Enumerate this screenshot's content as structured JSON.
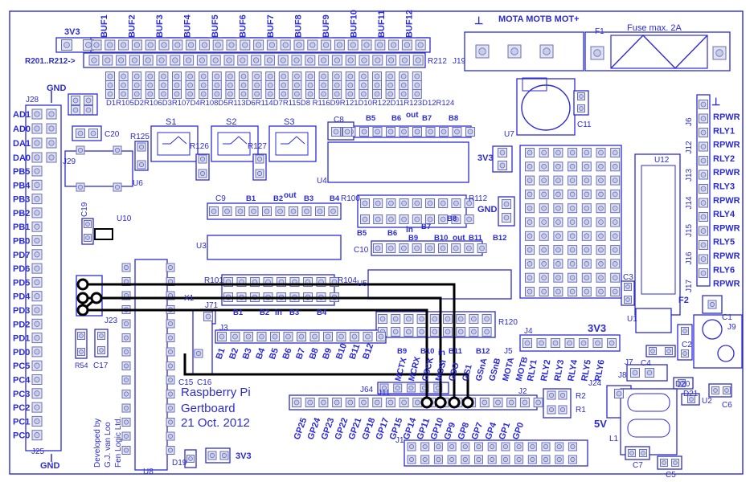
{
  "board": {
    "title_line1": "Raspberry Pi",
    "title_line2": "Gertboard",
    "title_line3": "21 Oct. 2012",
    "credit_line1": "Developed by",
    "credit_line2": "G.J. van Loo",
    "credit_line3": "Fen Logic Ltd."
  },
  "header_top": {
    "voltage": "3V3",
    "buffer_labels": [
      "BUF1",
      "BUF2",
      "BUF3",
      "BUF4",
      "BUF5",
      "BUF6",
      "BUF7",
      "BUF8",
      "BUF9",
      "BUF10",
      "BUF11",
      "BUF12"
    ],
    "resistor_range": "R201..R212->",
    "resistor_end": "R212",
    "connector": "J19"
  },
  "motor": {
    "ground_symbol": "⊥",
    "labels": "MOTA MOTB MOT+",
    "fuse_ref": "F1",
    "fuse_label": "Fuse max. 2A"
  },
  "led_row": {
    "labels": "D1R105D2R106D3R107D4R108D5R113D6R114D7R115D8 R116D9R121D10R122D11R123D12R124"
  },
  "left_header": {
    "ref_top": "J28",
    "ref_bottom": "J25",
    "gnd_top": "GND",
    "gnd_bottom": "GND",
    "pins": [
      "AD1",
      "AD0",
      "DA1",
      "DA0",
      "PB5",
      "PB4",
      "PB3",
      "PB2",
      "PB1",
      "PB0",
      "PD7",
      "PD6",
      "PD5",
      "PD4",
      "PD3",
      "PD2",
      "PD1",
      "PD0",
      "PC5",
      "PC4",
      "PC3",
      "PC2",
      "PC1",
      "PC0"
    ]
  },
  "components": {
    "c20": "C20",
    "c19": "C19",
    "u10": "U10",
    "j29": "J29",
    "u6": "U6",
    "r125": "R125",
    "s1": "S1",
    "s2": "S2",
    "s3": "S3",
    "r126": "R126",
    "r127": "R127",
    "c8": "C8",
    "c9": "C9",
    "c10": "C10",
    "c11": "C11",
    "u7": "U7",
    "u4": "U4",
    "u3": "U3",
    "u5": "U5",
    "r100": "R100",
    "r112": "R112",
    "r101": "R101",
    "r104": "R104",
    "r120": "R120",
    "j23": "J23",
    "r54": "R54",
    "c17": "C17",
    "x1": "X1",
    "j71": "J71",
    "j3": "J3",
    "c15": "C15",
    "c16": "C16",
    "u8": "U8",
    "d19": "D19",
    "j64": "J64",
    "j11": "J11",
    "j5": "J5",
    "j4": "J4",
    "j2": "J2",
    "j1": "J1",
    "j19b": "3V3",
    "u12": "U12",
    "c3": "C3",
    "u1": "U1",
    "f2": "F2",
    "c1": "C1",
    "j9": "J9",
    "c2": "C2",
    "c4": "C4",
    "j8": "J8",
    "j7": "J7",
    "j24": "J24",
    "d20": "D20",
    "d21": "D21",
    "u2": "U2",
    "c6": "C6",
    "r1": "R1",
    "r2": "R2",
    "l1": "L1",
    "c7": "C7",
    "c5": "C5",
    "v5": "5V"
  },
  "buffers_a": {
    "b5": "B5",
    "b6": "B6",
    "b7": "B7",
    "b8": "B8",
    "out": "out"
  },
  "buffers_b": {
    "b1": "B1",
    "b2": "B2",
    "out": "out",
    "b3": "B3",
    "b4": "B4"
  },
  "buffers_c": {
    "b5": "B5",
    "b6": "B6",
    "in": "in",
    "b7": "B7",
    "b8": "B8"
  },
  "buffers_d": {
    "b9": "B9",
    "b10": "B10",
    "out": "out",
    "b11": "B11",
    "b12": "B12"
  },
  "buffers_e": {
    "b1": "B1",
    "b2": "B2",
    "in": "in",
    "b3": "B3",
    "b4": "B4"
  },
  "buffers_f": {
    "b9": "B9",
    "b10": "B10",
    "in": "in",
    "b11": "B11",
    "b12": "B12"
  },
  "v3v3_mid": "3V3",
  "gnd_mid": "GND",
  "v3v3_right": "3V3",
  "v3v3_bottom": "3V3",
  "j3_row": [
    "B1",
    "B2",
    "B3",
    "B4",
    "B5",
    "B6",
    "B7",
    "B8",
    "B9",
    "B10",
    "B11",
    "B12"
  ],
  "j2_row": [
    "GP25",
    "GP24",
    "GP23",
    "GP22",
    "GP21",
    "GP18",
    "GP17",
    "GP15",
    "GP14",
    "GP11",
    "GP10",
    "GP9",
    "GP8",
    "GP7",
    "GP4",
    "GP1",
    "GP0"
  ],
  "spi_labels": [
    "MCTX",
    "MCRX",
    "GSCK",
    "MOSI",
    "GSO",
    "GS1",
    "GSnA",
    "GSnB",
    "MOTA",
    "MOTB"
  ],
  "relay_labels": [
    "RLY1",
    "RLY2",
    "RLY3",
    "RLY4",
    "RLY5",
    "RLY6"
  ],
  "relay_right": {
    "gnd": "⊥",
    "items": [
      "RPWR",
      "RLY1",
      "RPWR",
      "RLY2",
      "RPWR",
      "RLY3",
      "RPWR",
      "RLY4",
      "RPWR",
      "RLY5",
      "RPWR",
      "RLY6",
      "RPWR"
    ],
    "headers": [
      "J6",
      "J12",
      "J13",
      "J14",
      "J15",
      "J16",
      "J17"
    ]
  }
}
